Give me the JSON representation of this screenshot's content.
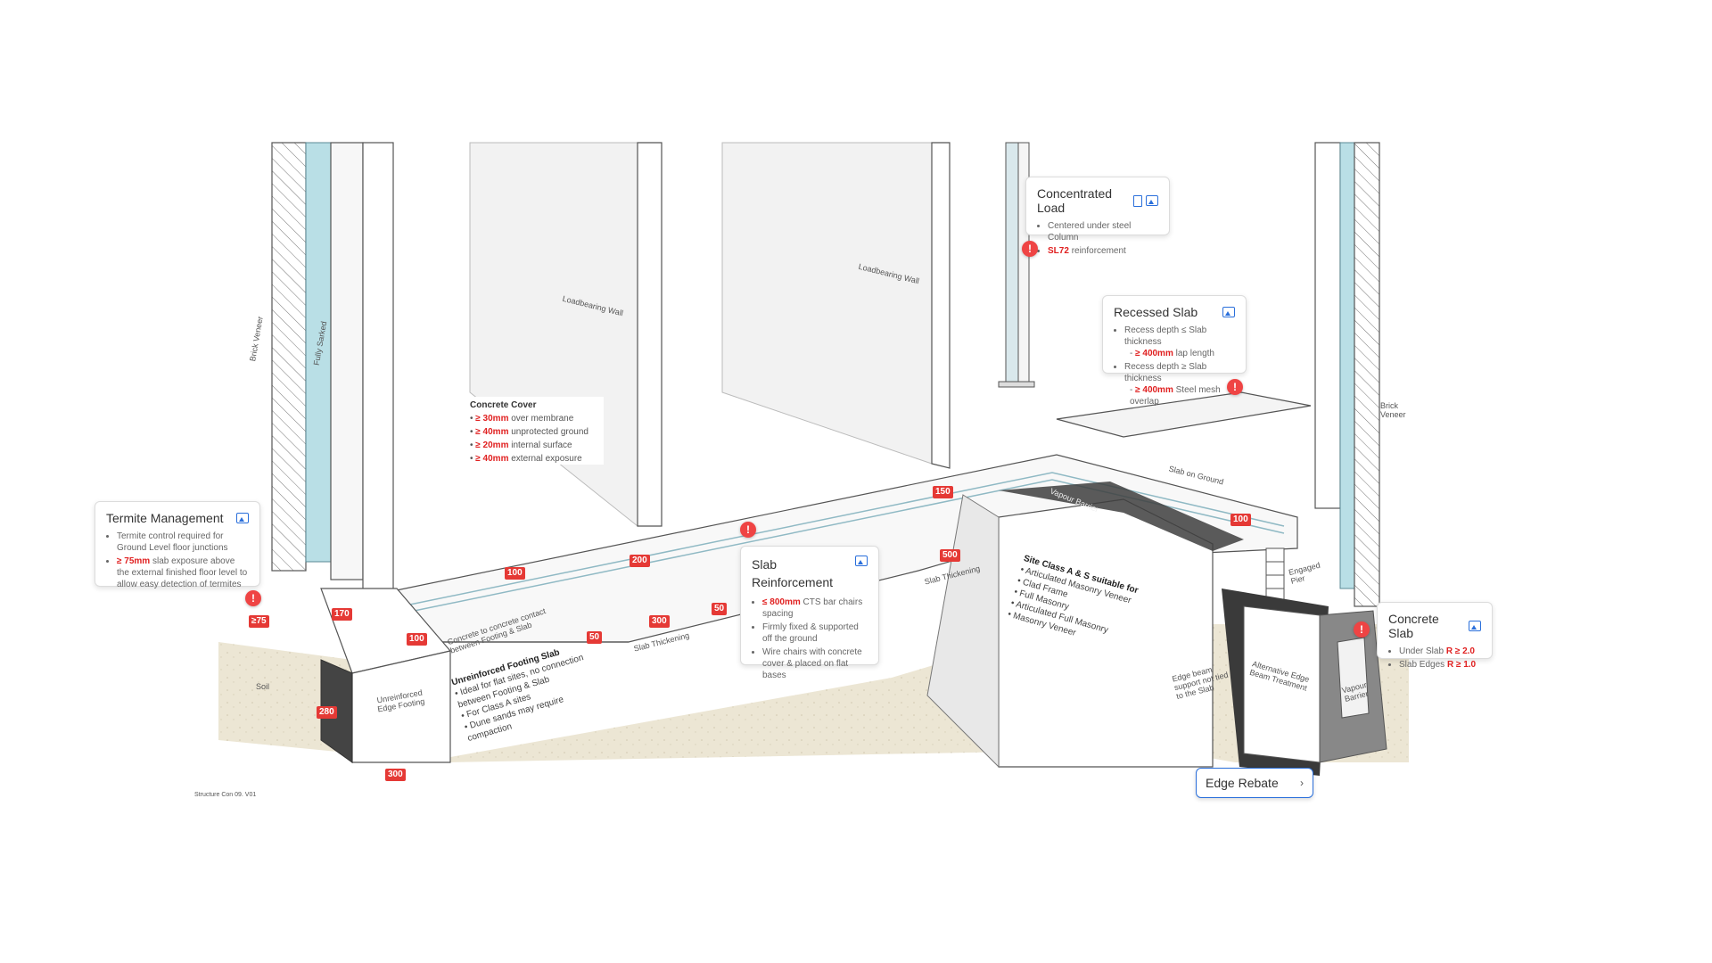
{
  "labels": {
    "brick_veneer_left": "Brick Veneer",
    "fully_sarked": "Fully Sarked",
    "loadbearing_wall_1": "Loadbearing Wall",
    "loadbearing_wall_2": "Loadbearing Wall",
    "brick_veneer_right": "Brick Veneer",
    "slab_on_ground": "Slab on Ground",
    "vapour_barrier_top": "Vapour Barrier",
    "engaged_pier": "Engaged Pier",
    "soil": "Soil",
    "unreinforced_edge_footing": "Unreinforced Edge Footing",
    "concrete_contact": "Concrete to concrete contact between Footing & Slab",
    "slab_thickening_1": "Slab Thickening",
    "slab_thickening_2": "Slab Thickening",
    "edge_beam_note": "Edge beam support not tied to the Slab",
    "alt_edge_beam": "Alternative Edge Beam Treatment",
    "vapour_barrier_side": "Vapour Barrier",
    "footer": "Structure Con 09. V01"
  },
  "dimensions": {
    "d75": "≥75",
    "d170": "170",
    "d280": "280",
    "d300_footing": "300",
    "d100_left": "100",
    "d100_mid": "100",
    "d50_a": "50",
    "d200": "200",
    "d300_mid": "300",
    "d50_b": "50",
    "d150": "150",
    "d500": "500",
    "d100_right": "100"
  },
  "concrete_cover": {
    "title": "Concrete Cover",
    "items": [
      {
        "value": "≥ 30mm",
        "text": "over membrane"
      },
      {
        "value": "≥ 40mm",
        "text": "unprotected ground"
      },
      {
        "value": "≥ 20mm",
        "text": "internal surface"
      },
      {
        "value": "≥ 40mm",
        "text": "external exposure"
      }
    ]
  },
  "unreinforced_footing_slab": {
    "title": "Unreinforced Footing Slab",
    "items": [
      "Ideal for flat sites, no connection between Footing & Slab",
      "For Class A sites",
      "Dune sands may require compaction"
    ]
  },
  "site_class": {
    "title": "Site Class A & S suitable for",
    "items": [
      "Articulated Masonry Veneer",
      "Clad Frame",
      "Full Masonry",
      "Articulated Full Masonry",
      "Masonry Veneer"
    ]
  },
  "cards": {
    "termite": {
      "title": "Termite Management",
      "b1": "Termite control required for Ground Level floor junctions",
      "b2_value": "≥ 75mm",
      "b2_text": "slab exposure above the external finished floor level to allow easy detection of termites"
    },
    "slab_reinforcement": {
      "title": "Slab Reinforcement",
      "b1_value": "≤ 800mm",
      "b1_text": "CTS bar chairs spacing",
      "b2": "Firmly fixed & supported off the ground",
      "b3": "Wire chairs with concrete cover & placed on flat bases"
    },
    "concentrated_load": {
      "title": "Concentrated Load",
      "b1": "Centered under steel Column",
      "b2_value": "SL72",
      "b2_text": "reinforcement"
    },
    "recessed_slab": {
      "title": "Recessed Slab",
      "b1": "Recess depth ≤ Slab thickness",
      "b1_sub_value": "≥ 400mm",
      "b1_sub_text": "lap length",
      "b2": "Recess depth ≥ Slab thickness",
      "b2_sub_value": "≥ 400mm",
      "b2_sub_text": "Steel mesh overlap"
    },
    "concrete_slab": {
      "title": "Concrete Slab",
      "b1_text": "Under Slab",
      "b1_value": "R ≥ 2.0",
      "b2_text": "Slab Edges",
      "b2_value": "R ≥ 1.0"
    }
  },
  "alert_glyph": "!",
  "edge_rebate": {
    "label": "Edge Rebate",
    "chevron": "›"
  },
  "icons": [
    "image-icon",
    "document-icon",
    "alert-icon",
    "chevron-right-icon"
  ],
  "colors": {
    "accent_blue": "#2a6fdb",
    "alert_red": "#ef4444",
    "dimension_red": "#e53935",
    "ground": "#ece6d4",
    "insulation": "#b9dfe6",
    "membrane": "#555555"
  }
}
